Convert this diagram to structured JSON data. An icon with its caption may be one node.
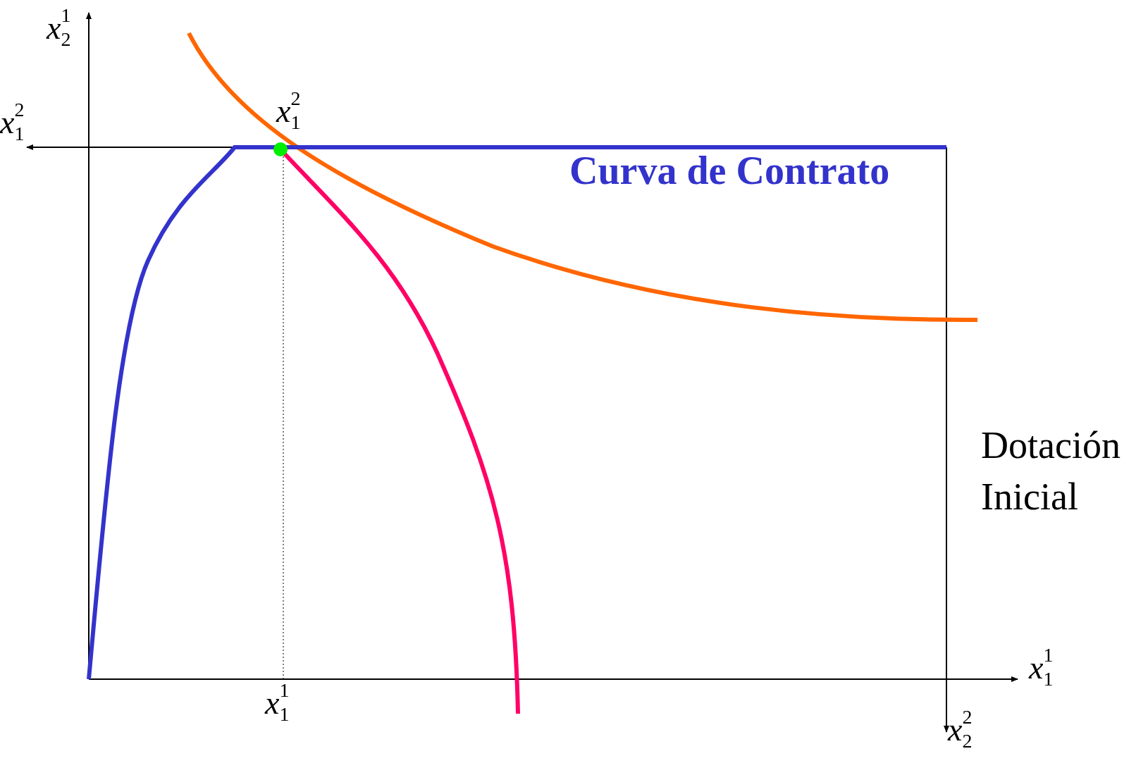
{
  "diagram": {
    "labels": [
      "*x*$_{2}$$^{1}$",
      "*x*$_{1}$$^{2}$",
      "*x*$_{1}$$^{2}$",
      "Curva de Contrato",
      "Dotación Inicial",
      "*x*$_{1}$$^{1}$",
      "*x*$_{1}$$^{1}$",
      "*x*$_{2}$$^{2}$"
    ]
  }
}
